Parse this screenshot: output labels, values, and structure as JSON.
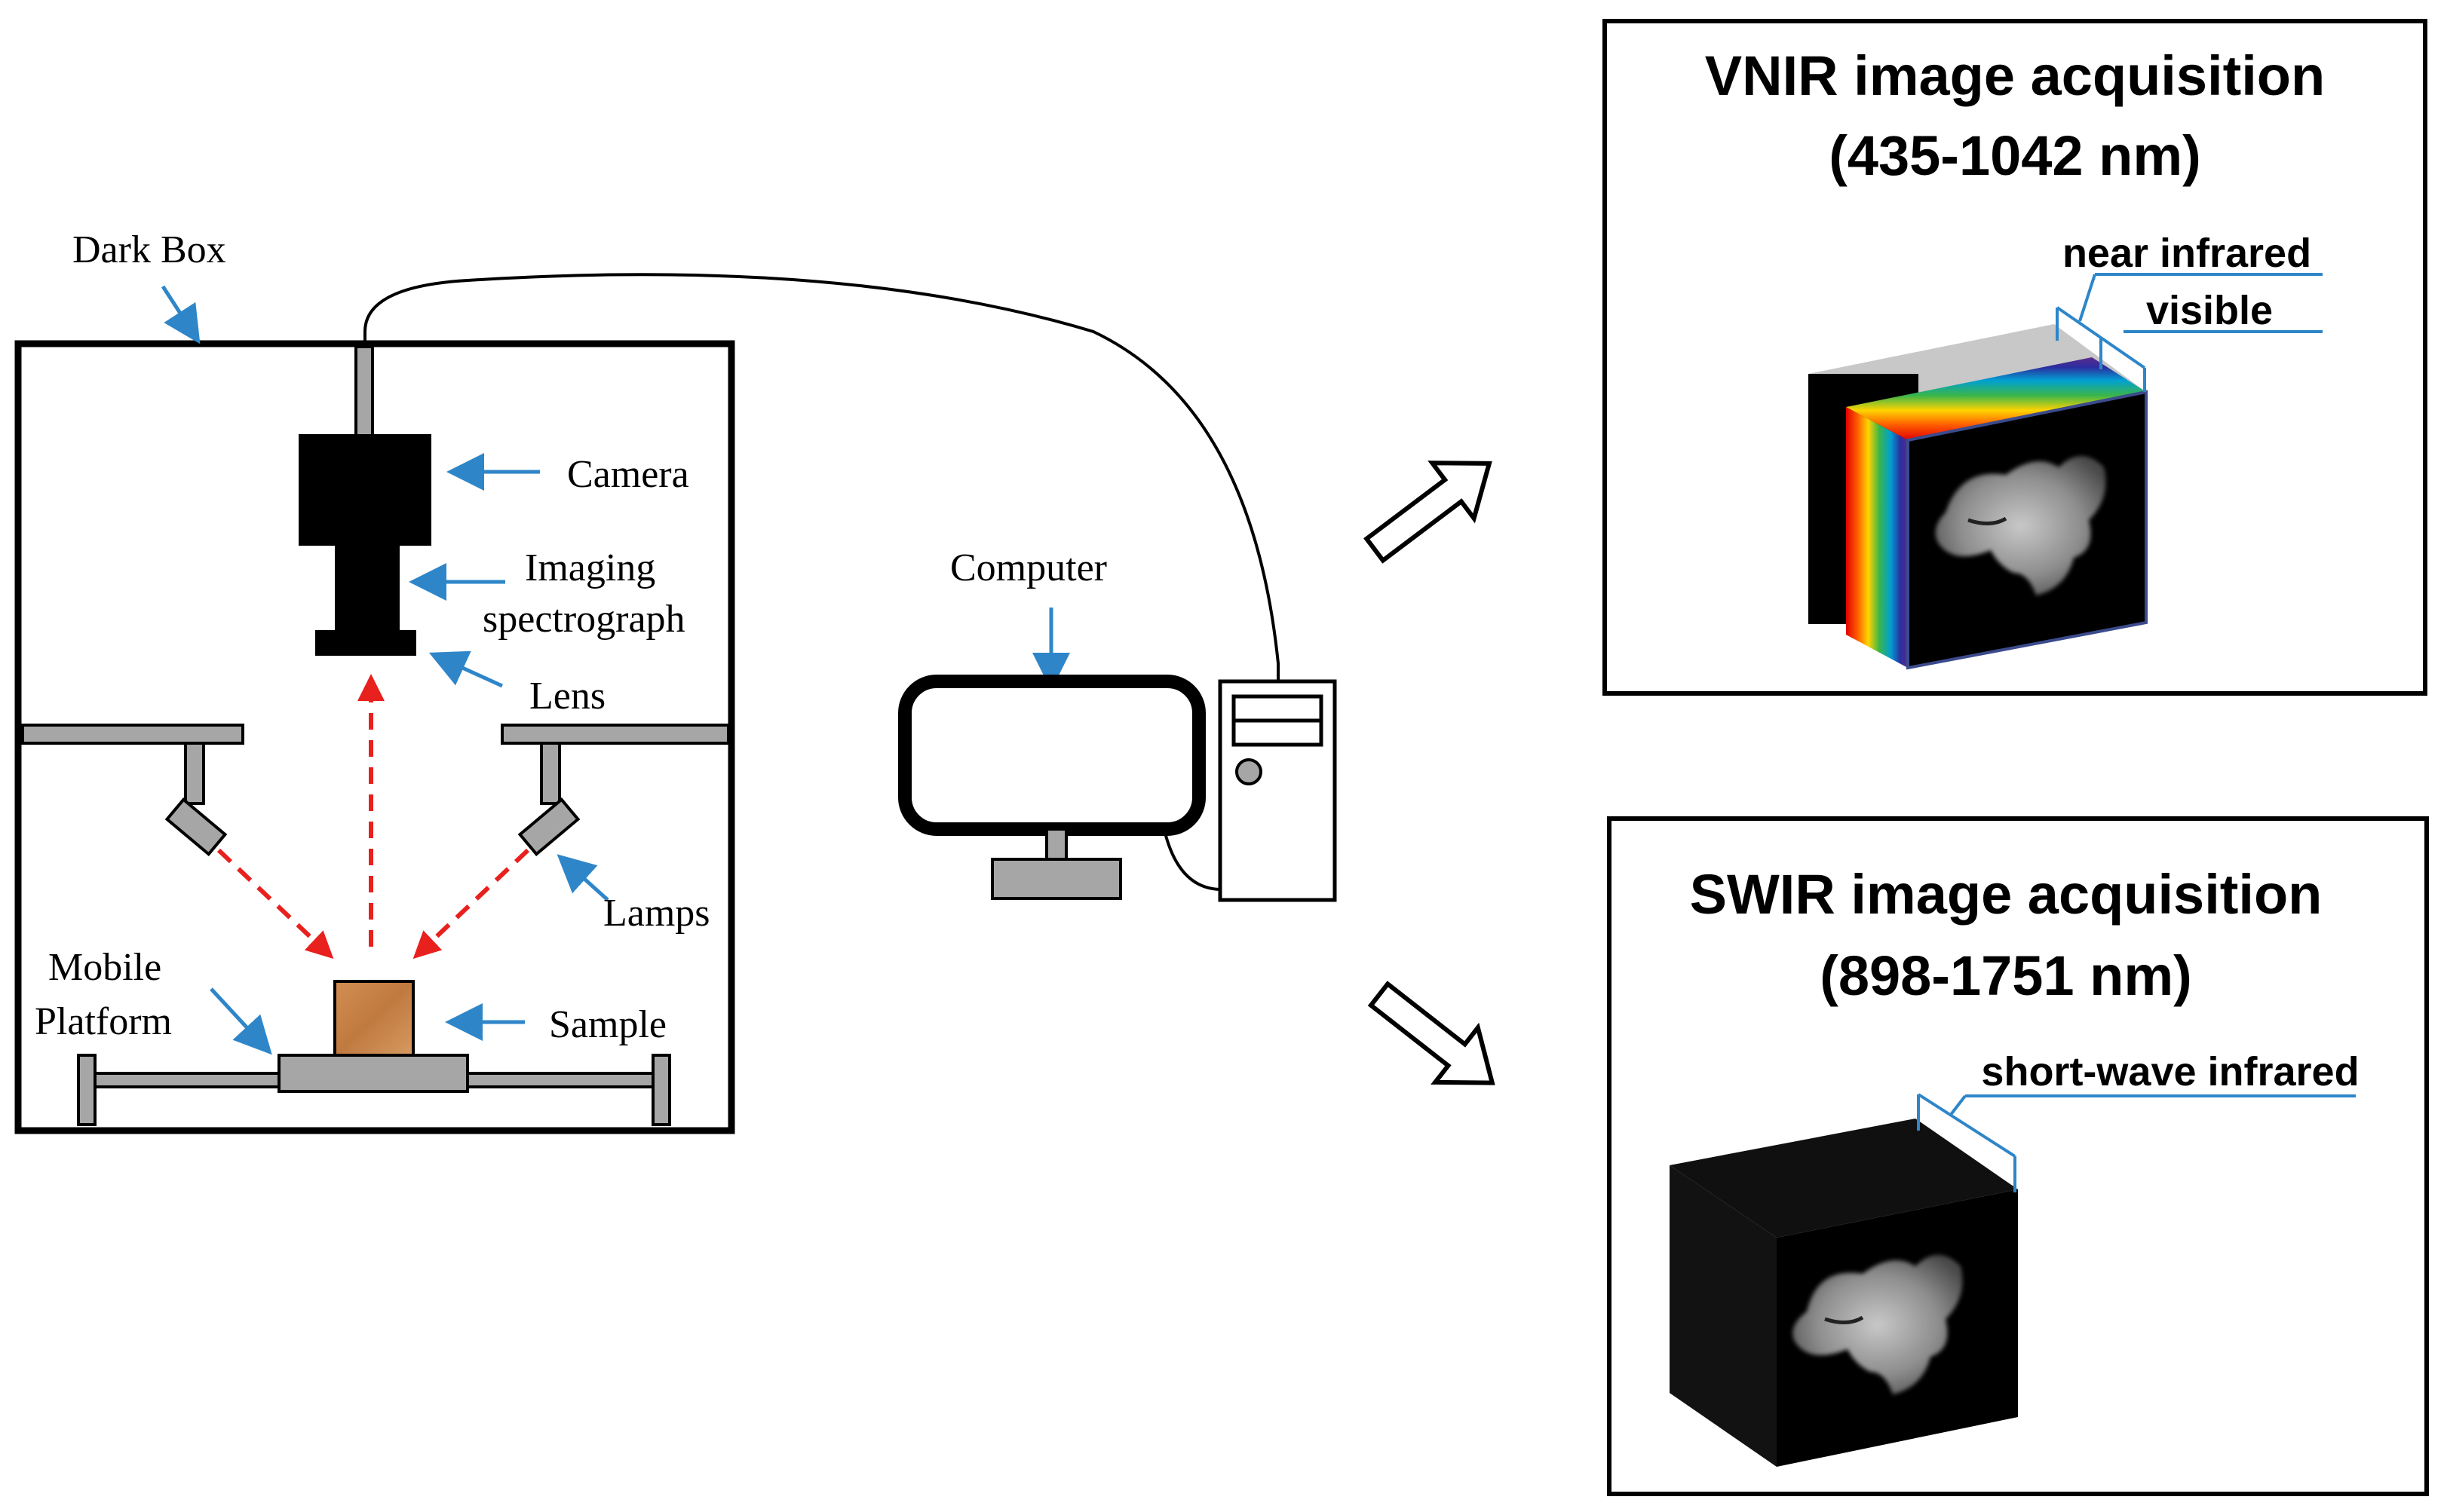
{
  "labels": {
    "dark_box": "Dark Box",
    "camera": "Camera",
    "imaging_line1": "Imaging",
    "imaging_line2": "spectrograph",
    "lens": "Lens",
    "lamps": "Lamps",
    "mobile_line1": "Mobile",
    "mobile_line2": "Platform",
    "sample": "Sample",
    "computer": "Computer"
  },
  "panels": {
    "vnir": {
      "title_line1": "VNIR image acquisition",
      "title_line2": "(435-1042 nm)",
      "band_near_infrared": "near infrared",
      "band_visible": "visible"
    },
    "swir": {
      "title_line1": "SWIR image acquisition",
      "title_line2": "(898-1751 nm)",
      "band_short_wave": "short-wave infrared"
    }
  },
  "colors": {
    "pointer_arrow": "#2e86c9",
    "light_path": "#e8201e",
    "fixture_gray": "#a6a6a6",
    "sample_wood": "#c8844b",
    "hypercube": "#000000"
  },
  "icons": {
    "light_path": "dashed-arrow",
    "flow": "hollow-block-arrow"
  }
}
